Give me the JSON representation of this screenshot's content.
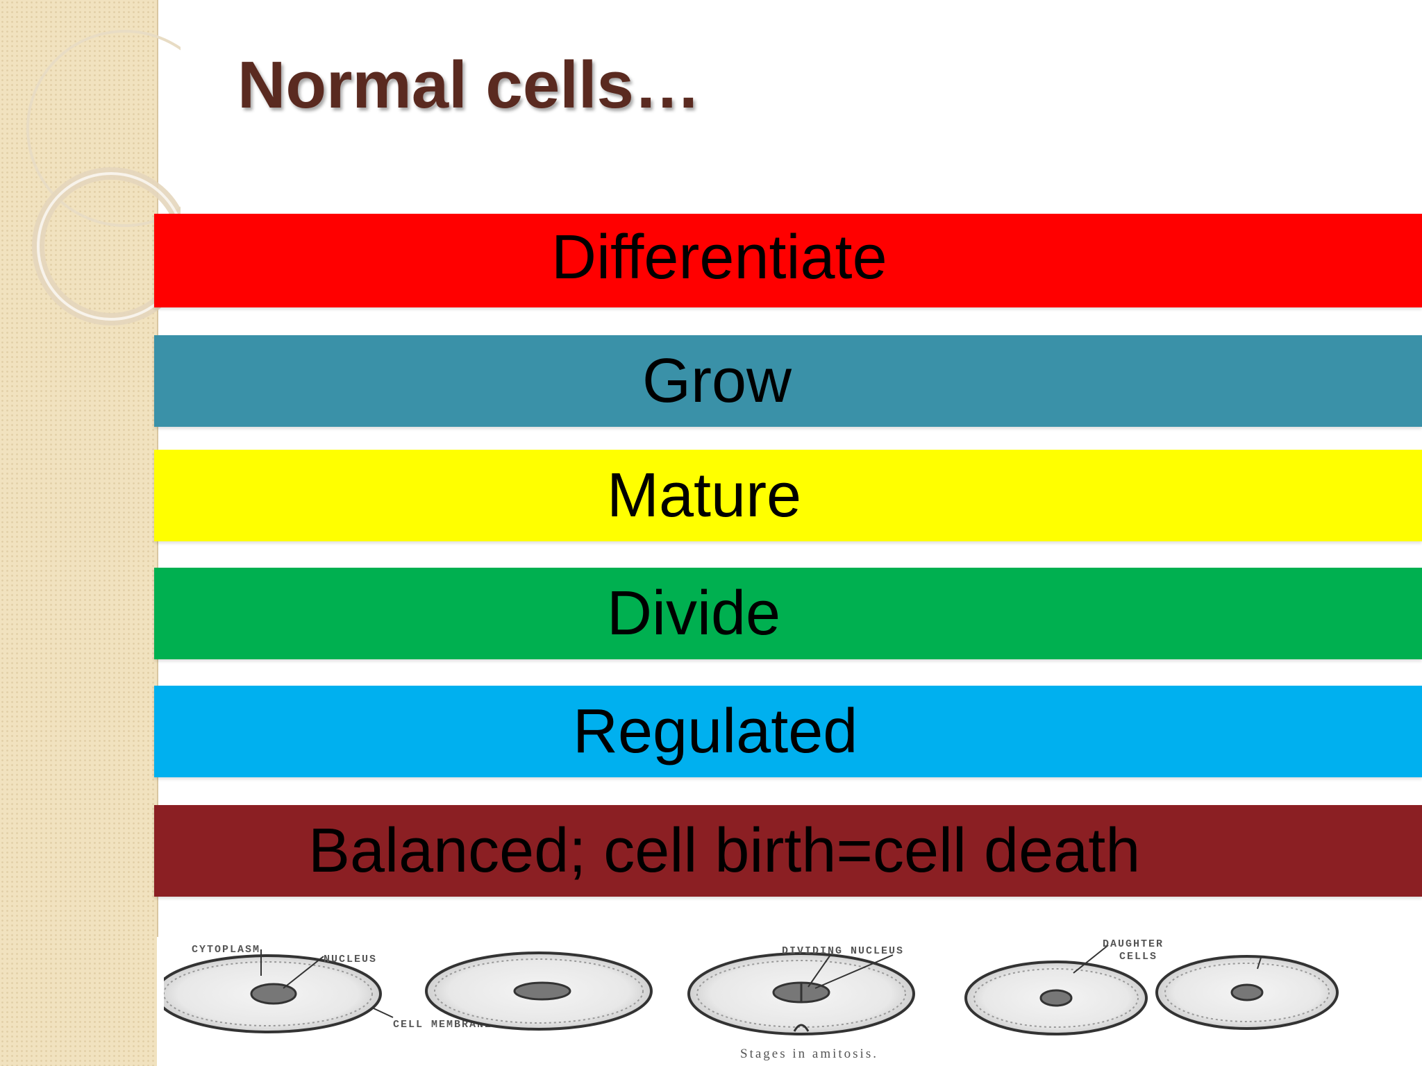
{
  "slide": {
    "title": "Normal cells…",
    "bands": [
      {
        "label": "Differentiate",
        "color": "#ff0000"
      },
      {
        "label": "Grow",
        "color": "#3a91a8"
      },
      {
        "label": "Mature",
        "color": "#ffff00"
      },
      {
        "label": "Divide",
        "color": "#00b050"
      },
      {
        "label": "Regulated",
        "color": "#00b0ef"
      },
      {
        "label": "Balanced;  cell birth=cell death",
        "color": "#8b1f23"
      }
    ]
  },
  "figure": {
    "labels": {
      "cytoplasm": "CYTOPLASM",
      "nucleus": "NUCLEUS",
      "cell_membrane": "CELL MEMBRANE",
      "dividing_nucleus": "DIVIDING NUCLEUS",
      "daughter": "DAUGHTER",
      "cells": "CELLS"
    },
    "caption": "Stages in amitosis."
  },
  "theme": {
    "title_color": "#5a2a20",
    "sidebar_color": "#f1e2bf"
  }
}
